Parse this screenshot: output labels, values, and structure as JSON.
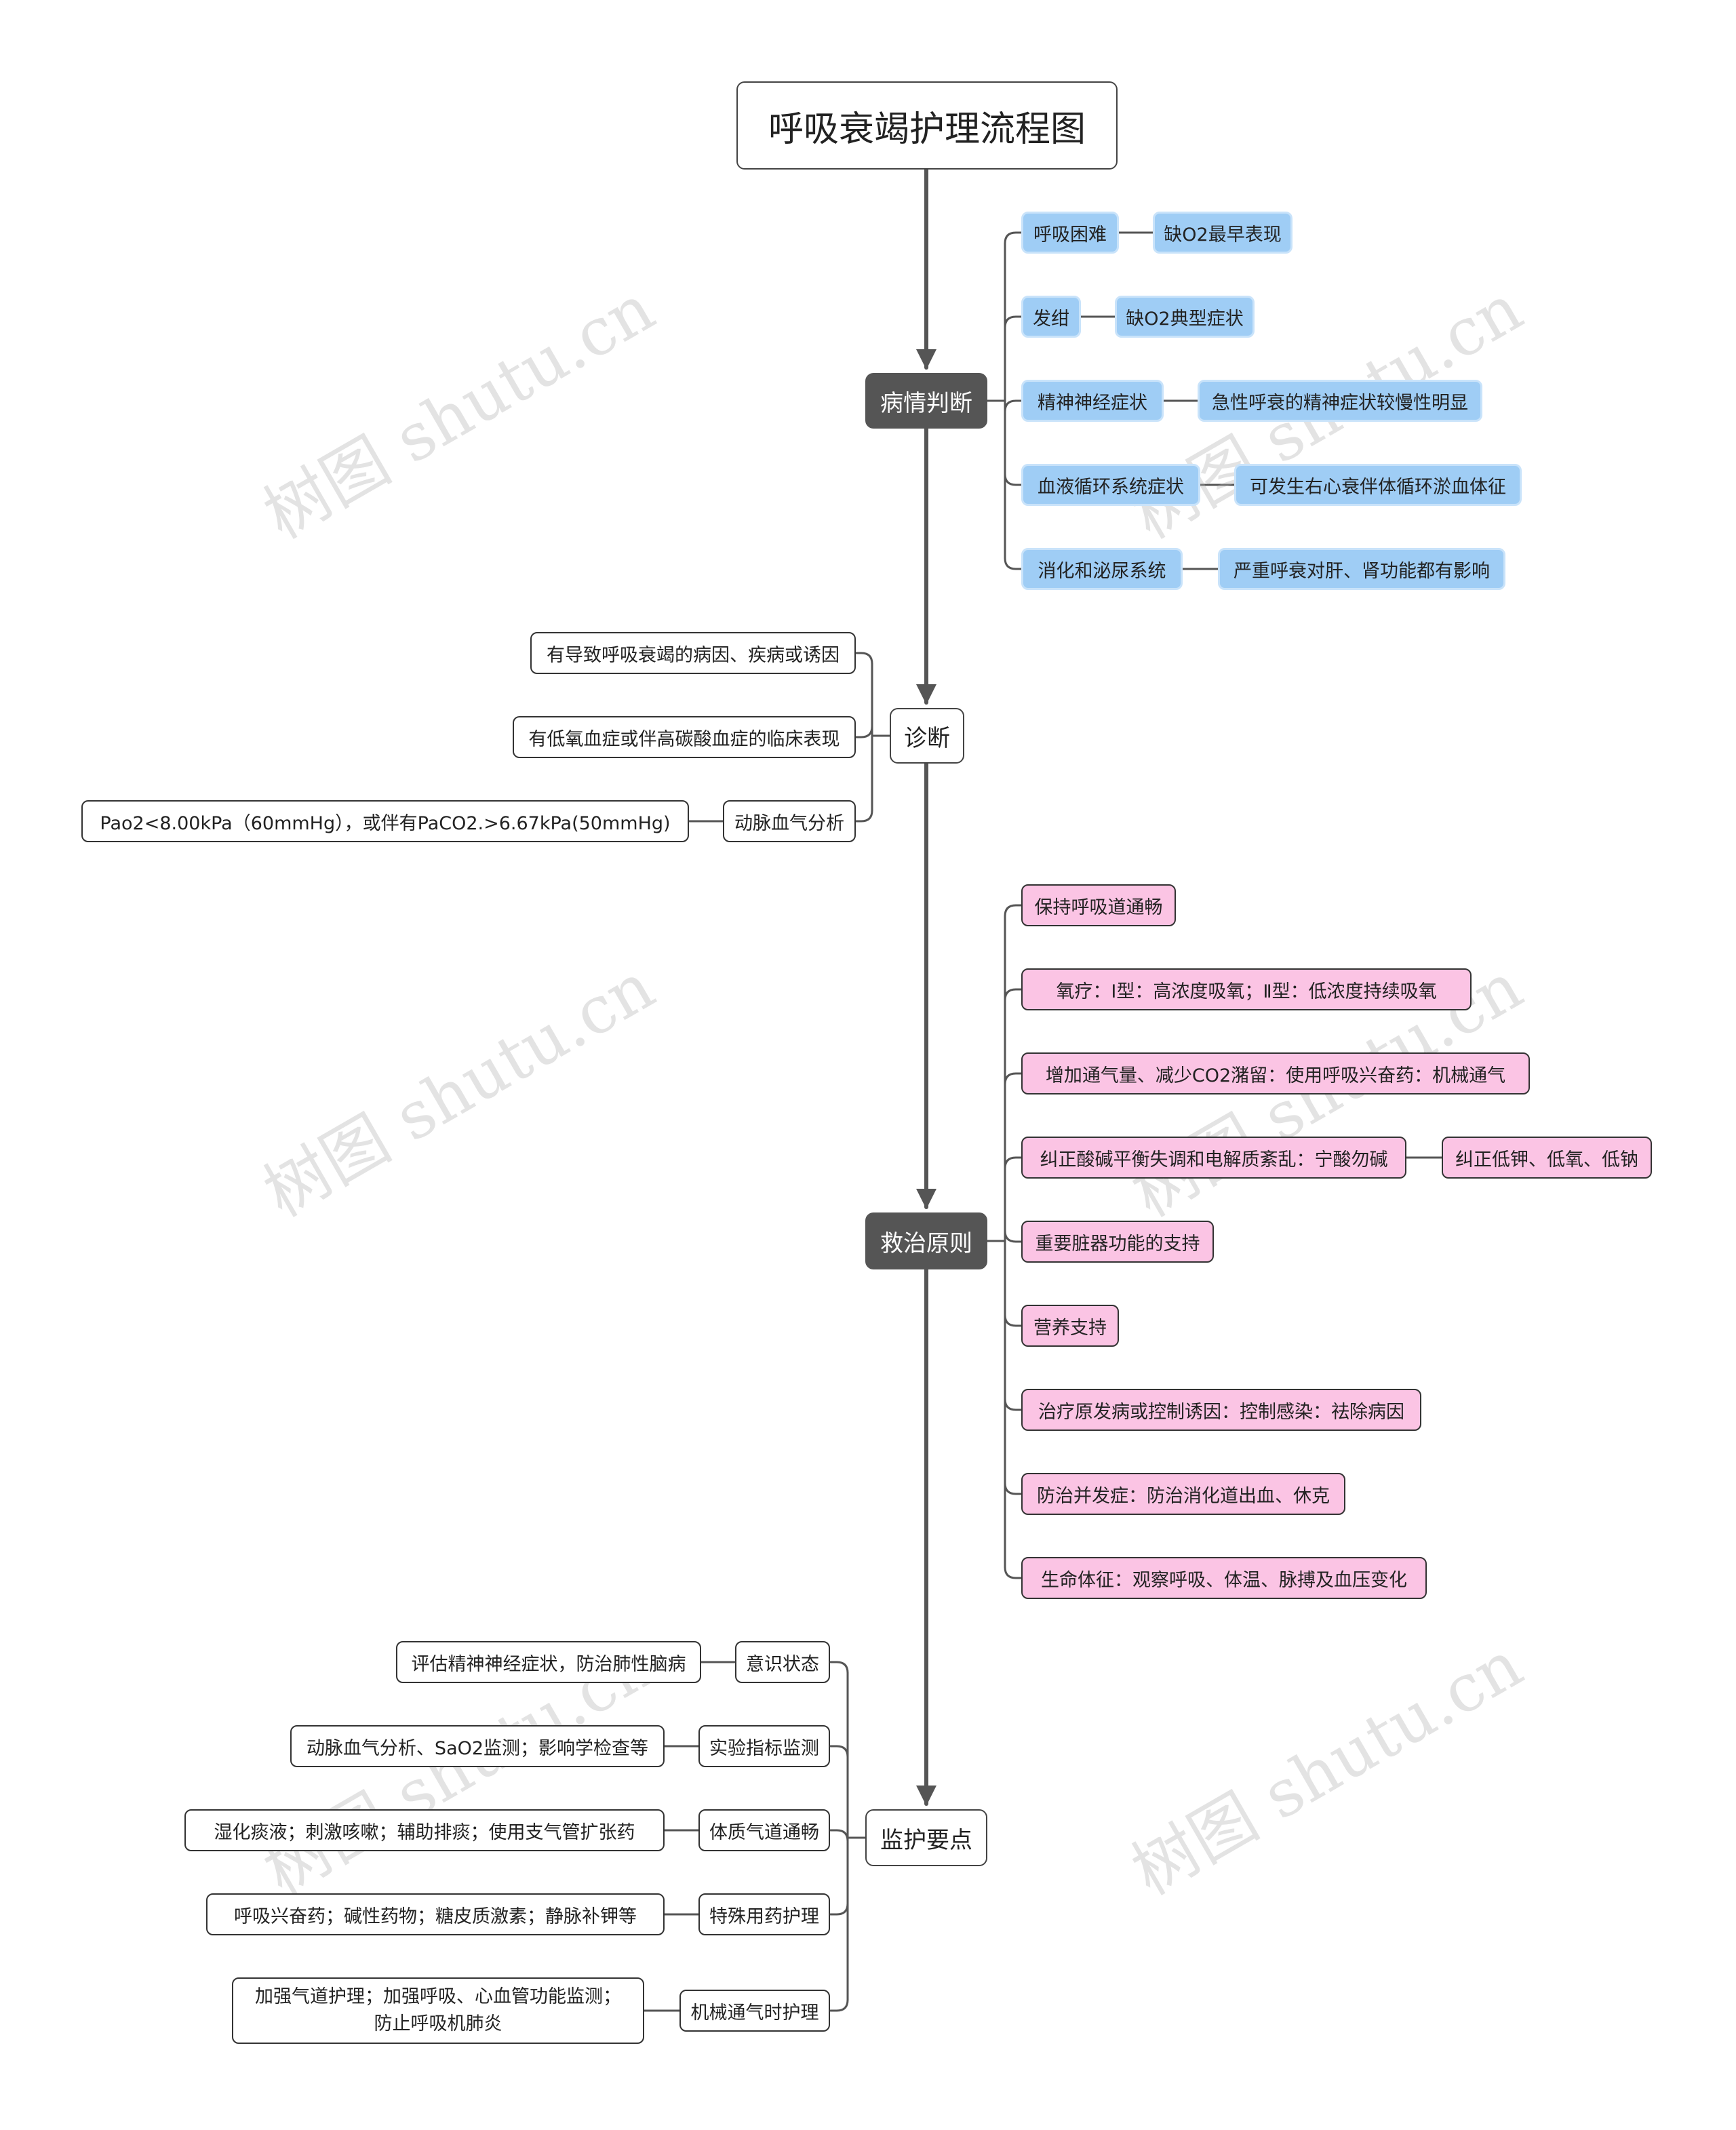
{
  "title": "呼吸衰竭护理流程图",
  "watermark": "树图 shutu.cn",
  "colors": {
    "dark_node": "#555555",
    "blue_node": "#9fcdf5",
    "pink_node": "#fbc4e4",
    "line": "#555555"
  },
  "sections": {
    "assessment": {
      "label": "病情判断",
      "items": [
        {
          "label": "呼吸困难",
          "detail": "缺O2最早表现"
        },
        {
          "label": "发绀",
          "detail": "缺O2典型症状"
        },
        {
          "label": "精神神经症状",
          "detail": "急性呼衰的精神症状较慢性明显"
        },
        {
          "label": "血液循环系统症状",
          "detail": "可发生右心衰伴体循环淤血体征"
        },
        {
          "label": "消化和泌尿系统",
          "detail": "严重呼衰对肝、肾功能都有影响"
        }
      ]
    },
    "diagnosis": {
      "label": "诊断",
      "items": [
        {
          "label": "有导致呼吸衰竭的病因、疾病或诱因"
        },
        {
          "label": "有低氧血症或伴高碳酸血症的临床表现"
        },
        {
          "label": "动脉血气分析",
          "detail": "Pao2<8.00kPa（60mmHg），或伴有PaCO2.>6.67kPa(50mmHg)"
        }
      ]
    },
    "treatment": {
      "label": "救治原则",
      "items": [
        {
          "label": "保持呼吸道通畅"
        },
        {
          "label": "氧疗：Ⅰ型：高浓度吸氧；Ⅱ型：低浓度持续吸氧"
        },
        {
          "label": "增加通气量、减少CO2潴留：使用呼吸兴奋药：机械通气"
        },
        {
          "label": "纠正酸碱平衡失调和电解质紊乱：宁酸勿碱",
          "detail": "纠正低钾、低氧、低钠"
        },
        {
          "label": "重要脏器功能的支持"
        },
        {
          "label": "营养支持"
        },
        {
          "label": "治疗原发病或控制诱因：控制感染：祛除病因"
        },
        {
          "label": "防治并发症：防治消化道出血、休克"
        },
        {
          "label": "生命体征：观察呼吸、体温、脉搏及血压变化"
        }
      ]
    },
    "monitoring": {
      "label": "监护要点",
      "items": [
        {
          "label": "意识状态",
          "detail": "评估精神神经症状，防治肺性脑病"
        },
        {
          "label": "实验指标监测",
          "detail": "动脉血气分析、SaO2监测；影响学检查等"
        },
        {
          "label": "体质气道通畅",
          "detail": "湿化痰液；刺激咳嗽；辅助排痰；使用支气管扩张药"
        },
        {
          "label": "特殊用药护理",
          "detail": "呼吸兴奋药；碱性药物；糖皮质激素；静脉补钾等"
        },
        {
          "label": "机械通气时护理",
          "detail_lines": [
            "加强气道护理；加强呼吸、心血管功能监测；",
            "防止呼吸机肺炎"
          ]
        }
      ]
    }
  }
}
